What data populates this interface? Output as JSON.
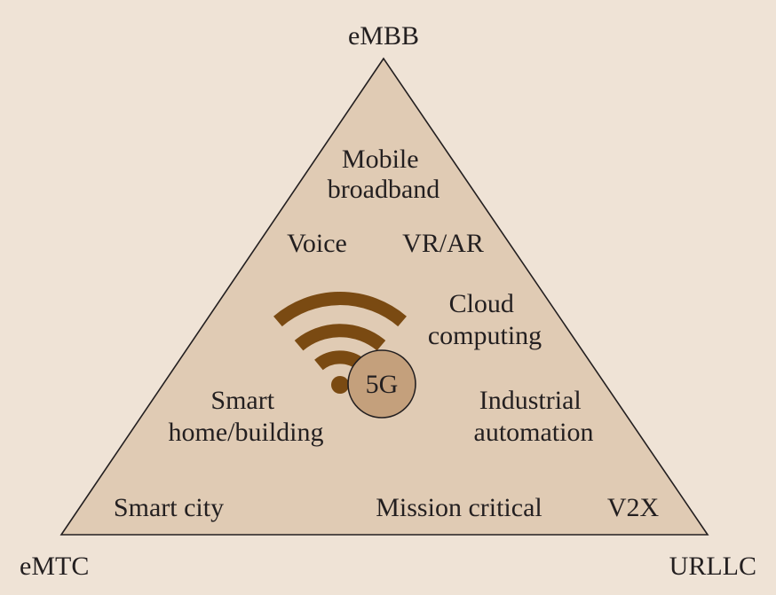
{
  "colors": {
    "page_background": "#efe3d6",
    "triangle_fill": "#e0cbb4",
    "triangle_stroke": "#231f20",
    "wifi_arcs": "#7a4a12",
    "badge_fill": "#c4a07c",
    "text": "#231f20"
  },
  "corners": {
    "top": "eMBB",
    "bottom_left": "eMTC",
    "bottom_right": "URLLC"
  },
  "use_cases": {
    "mobile_broadband": [
      "Mobile",
      "broadband"
    ],
    "voice": "Voice",
    "vr_ar": "VR/AR",
    "cloud_computing": [
      "Cloud",
      "computing"
    ],
    "smart_home_building": [
      "Smart",
      "home/building"
    ],
    "industrial_automation": [
      "Industrial",
      "automation"
    ],
    "smart_city": "Smart city",
    "mission_critical": "Mission critical",
    "v2x": "V2X"
  },
  "center_badge": {
    "label": "5G",
    "icon": "wifi-signal-icon"
  }
}
